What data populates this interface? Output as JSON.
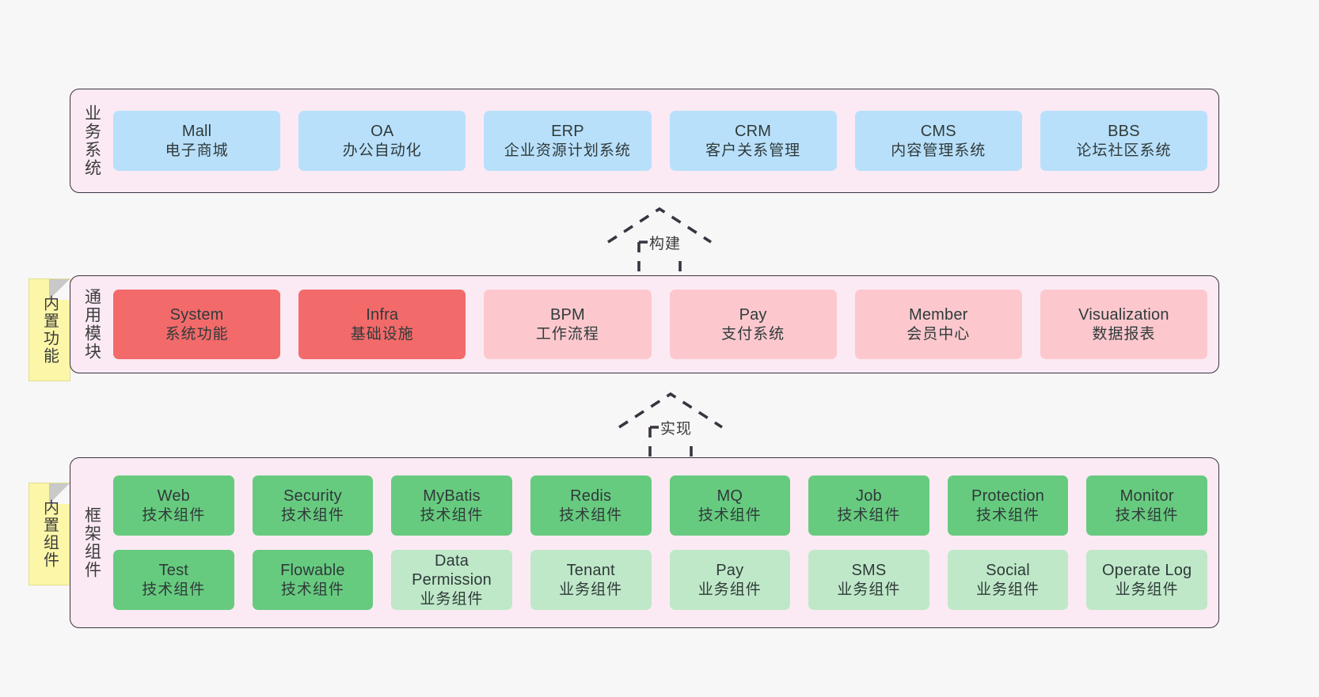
{
  "colors": {
    "canvas": "#f7f7f7",
    "panel_bg": "#fbeaf4",
    "panel_border": "#3a3340",
    "business_card": "#b9e0fb",
    "module_strong": "#f36a6a",
    "module_light": "#fcc8ce",
    "tech_component": "#67cb7f",
    "business_component": "#bfe8c8",
    "sticky_note": "#fcf7a8",
    "sticky_fold": "#c9c9c9"
  },
  "layers": {
    "business": {
      "title": "业务系统",
      "cards": [
        {
          "en": "Mall",
          "cn": "电子商城"
        },
        {
          "en": "OA",
          "cn": "办公自动化"
        },
        {
          "en": "ERP",
          "cn": "企业资源计划系统"
        },
        {
          "en": "CRM",
          "cn": "客户关系管理"
        },
        {
          "en": "CMS",
          "cn": "内容管理系统"
        },
        {
          "en": "BBS",
          "cn": "论坛社区系统"
        }
      ]
    },
    "modules": {
      "title": "通用模块",
      "sticky": "内置功能",
      "cards": [
        {
          "en": "System",
          "cn": "系统功能",
          "emphasis": "strong"
        },
        {
          "en": "Infra",
          "cn": "基础设施",
          "emphasis": "strong"
        },
        {
          "en": "BPM",
          "cn": "工作流程",
          "emphasis": "light"
        },
        {
          "en": "Pay",
          "cn": "支付系统",
          "emphasis": "light"
        },
        {
          "en": "Member",
          "cn": "会员中心",
          "emphasis": "light"
        },
        {
          "en": "Visualization",
          "cn": "数据报表",
          "emphasis": "light"
        }
      ]
    },
    "framework": {
      "title": "框架组件",
      "sticky": "内置组件",
      "row1": [
        {
          "en": "Web",
          "cn": "技术组件",
          "kind": "tech"
        },
        {
          "en": "Security",
          "cn": "技术组件",
          "kind": "tech"
        },
        {
          "en": "MyBatis",
          "cn": "技术组件",
          "kind": "tech"
        },
        {
          "en": "Redis",
          "cn": "技术组件",
          "kind": "tech"
        },
        {
          "en": "MQ",
          "cn": "技术组件",
          "kind": "tech"
        },
        {
          "en": "Job",
          "cn": "技术组件",
          "kind": "tech"
        },
        {
          "en": "Protection",
          "cn": "技术组件",
          "kind": "tech"
        },
        {
          "en": "Monitor",
          "cn": "技术组件",
          "kind": "tech"
        }
      ],
      "row2": [
        {
          "en": "Test",
          "cn": "技术组件",
          "kind": "tech"
        },
        {
          "en": "Flowable",
          "cn": "技术组件",
          "kind": "tech"
        },
        {
          "en": "Data Permission",
          "cn": "业务组件",
          "kind": "business"
        },
        {
          "en": "Tenant",
          "cn": "业务组件",
          "kind": "business"
        },
        {
          "en": "Pay",
          "cn": "业务组件",
          "kind": "business"
        },
        {
          "en": "SMS",
          "cn": "业务组件",
          "kind": "business"
        },
        {
          "en": "Social",
          "cn": "业务组件",
          "kind": "business"
        },
        {
          "en": "Operate Log",
          "cn": "业务组件",
          "kind": "business"
        }
      ]
    }
  },
  "connectors": [
    {
      "label": "构建",
      "from": "通用模块",
      "to": "业务系统",
      "style": "dashed-generalization"
    },
    {
      "label": "实现",
      "from": "框架组件",
      "to": "通用模块",
      "style": "dashed-generalization"
    }
  ]
}
